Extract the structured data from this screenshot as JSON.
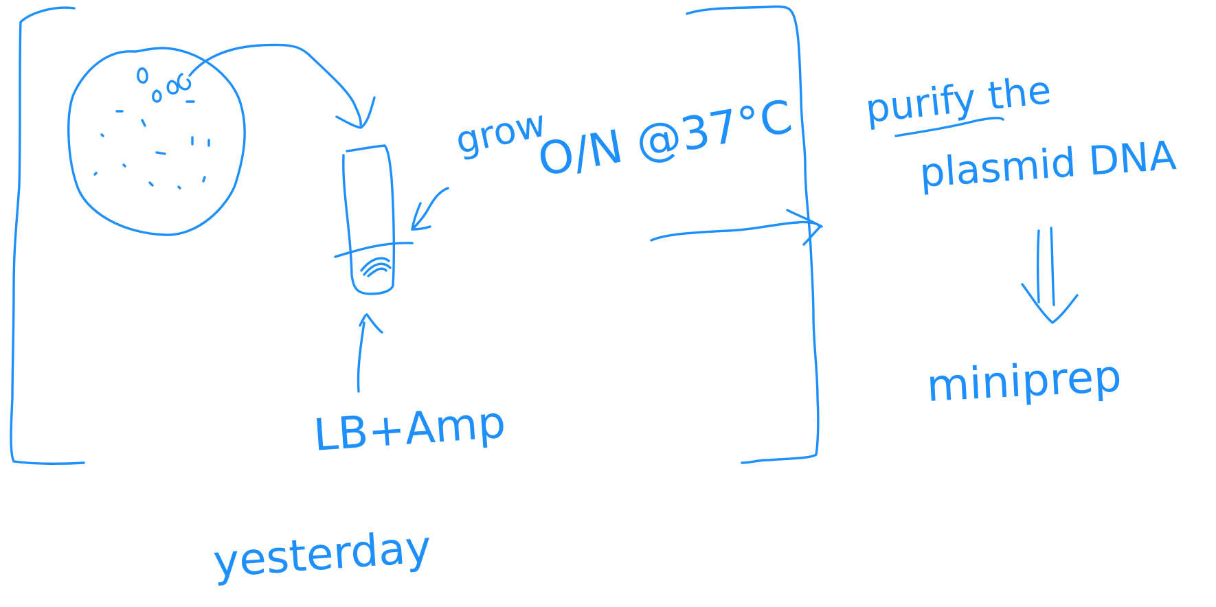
{
  "theme": {
    "ink_color": "#1e8fff",
    "background_color": "#ffffff"
  },
  "labels": {
    "grow": "grow",
    "overnight_temp": "O/N @37°C",
    "medium": "LB+Amp",
    "purify_line1": "purify the",
    "purify_line2": "plasmid DNA",
    "miniprep": "miniprep",
    "yesterday": "yesterday"
  }
}
